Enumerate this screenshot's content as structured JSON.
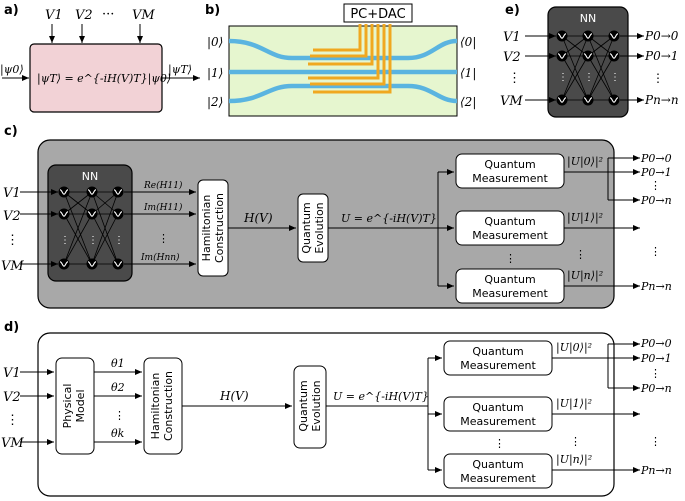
{
  "panels": {
    "a": {
      "label": "a)",
      "inputs": [
        "V1",
        "V2",
        "···",
        "VM"
      ],
      "in_state": "|ψ0⟩",
      "equation": "|ψT⟩ = e^{-iH(V)T}|ψ0⟩",
      "out_state": "|ψT⟩",
      "box_color": "#f2d2d6"
    },
    "b": {
      "label": "b)",
      "controller": "PC+DAC",
      "left_states": [
        "|0⟩",
        "|1⟩",
        "|2⟩"
      ],
      "right_states": [
        "⟨0|",
        "⟨1|",
        "⟨2|"
      ],
      "chip_color": "#e6f6cf",
      "waveguide_color": "#5ab4e0",
      "electrode_color": "#f0a820"
    },
    "e": {
      "label": "e)",
      "nn_label": "NN",
      "inputs": [
        "V1",
        "V2",
        "⋮",
        "VM"
      ],
      "outputs": [
        "P0→0",
        "P0→1",
        "⋮",
        "Pn→n"
      ]
    },
    "c": {
      "label": "c)",
      "nn_label": "NN",
      "inputs": [
        "V1",
        "V2",
        "⋮",
        "VM"
      ],
      "nn_outputs": [
        "Re(H11)",
        "Im(H11)",
        "⋮",
        "Im(Hnn)"
      ],
      "hamiltonian_box": [
        "Hamiltonian",
        "Construction"
      ],
      "h_label": "H(V)",
      "evolution_box": [
        "Quantum",
        "Evolution"
      ],
      "u_label": "U = e^{-iH(V)T}",
      "measurements": [
        {
          "box": [
            "Quantum",
            "Measurement"
          ],
          "value": "|U|0⟩|²"
        },
        {
          "box": [
            "Quantum",
            "Measurement"
          ],
          "value": "|U|1⟩|²"
        },
        {
          "box": [
            "Quantum",
            "Measurement"
          ],
          "value": "|U|n⟩|²"
        }
      ],
      "outputs": [
        "P0→0",
        "P0→1",
        "⋮",
        "P0→n",
        "⋮",
        "Pn→n"
      ],
      "panel_color": "#a8a8a8"
    },
    "d": {
      "label": "d)",
      "inputs": [
        "V1",
        "V2",
        "⋮",
        "VM"
      ],
      "model_box": [
        "Physical",
        "Model"
      ],
      "thetas": [
        "θ1",
        "θ2",
        "⋮",
        "θk"
      ],
      "hamiltonian_box": [
        "Hamiltonian",
        "Construction"
      ],
      "h_label": "H(V)",
      "evolution_box": [
        "Quantum",
        "Evolution"
      ],
      "u_label": "U = e^{-iH(V)T}",
      "measurements": [
        {
          "box": [
            "Quantum",
            "Measurement"
          ],
          "value": "|U|0⟩|²"
        },
        {
          "box": [
            "Quantum",
            "Measurement"
          ],
          "value": "|U|1⟩|²"
        },
        {
          "box": [
            "Quantum",
            "Measurement"
          ],
          "value": "|U|n⟩|²"
        }
      ],
      "outputs": [
        "P0→0",
        "P0→1",
        "⋮",
        "P0→n",
        "⋮",
        "Pn→n"
      ]
    }
  }
}
